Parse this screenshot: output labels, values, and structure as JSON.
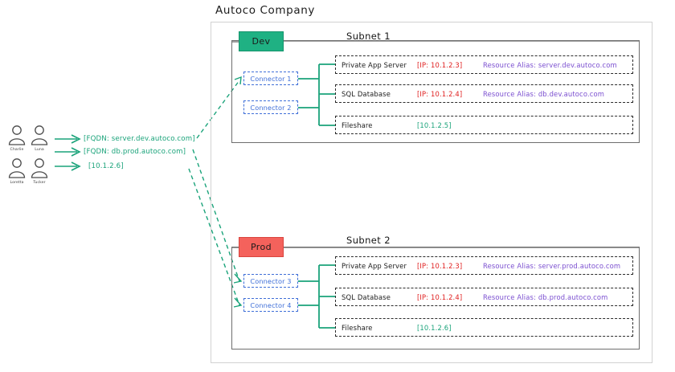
{
  "diagram": {
    "title": "Autoco Company",
    "colors": {
      "dev_badge": "#1fb183",
      "prod_badge": "#f4625c",
      "connector": "#3f6fd8",
      "ip": "#e02020",
      "alias": "#7b4fd0",
      "teal": "#1aa37a",
      "subnet_border": "#6e6e6e",
      "company_border": "#d2d2d2"
    }
  },
  "users": [
    {
      "name": "Charlie",
      "icon": "person-icon"
    },
    {
      "name": "Luna",
      "icon": "person-icon"
    },
    {
      "name": "Loretta",
      "icon": "person-icon"
    },
    {
      "name": "Tucker",
      "icon": "person-icon"
    }
  ],
  "requests": [
    {
      "label": "[FQDN: server.dev.autoco.com]"
    },
    {
      "label": "[FQDN: db.prod.autoco.com]"
    },
    {
      "label": "[10.1.2.6]"
    }
  ],
  "subnets": [
    {
      "id": "subnet1",
      "title": "Subnet 1",
      "badge": "Dev",
      "connectors": [
        {
          "label": "Connector 1"
        },
        {
          "label": "Connector 2"
        }
      ],
      "resources": [
        {
          "name": "Private App Server",
          "ip": "[IP: 10.1.2.3]",
          "alias": "Resource Alias: server.dev.autoco.com",
          "ip_style": "red"
        },
        {
          "name": "SQL Database",
          "ip": "[IP: 10.1.2.4]",
          "alias": "Resource Alias: db.dev.autoco.com",
          "ip_style": "red"
        },
        {
          "name": "Fileshare",
          "ip": "[10.1.2.5]",
          "alias": "",
          "ip_style": "teal"
        }
      ]
    },
    {
      "id": "subnet2",
      "title": "Subnet 2",
      "badge": "Prod",
      "connectors": [
        {
          "label": "Connector 3"
        },
        {
          "label": "Connector 4"
        }
      ],
      "resources": [
        {
          "name": "Private App Server",
          "ip": "[IP: 10.1.2.3]",
          "alias": "Resource Alias: server.prod.autoco.com",
          "ip_style": "red"
        },
        {
          "name": "SQL Database",
          "ip": "[IP: 10.1.2.4]",
          "alias": "Resource Alias: db.prod.autoco.com",
          "ip_style": "red"
        },
        {
          "name": "Fileshare",
          "ip": "[10.1.2.6]",
          "alias": "",
          "ip_style": "teal"
        }
      ]
    }
  ]
}
